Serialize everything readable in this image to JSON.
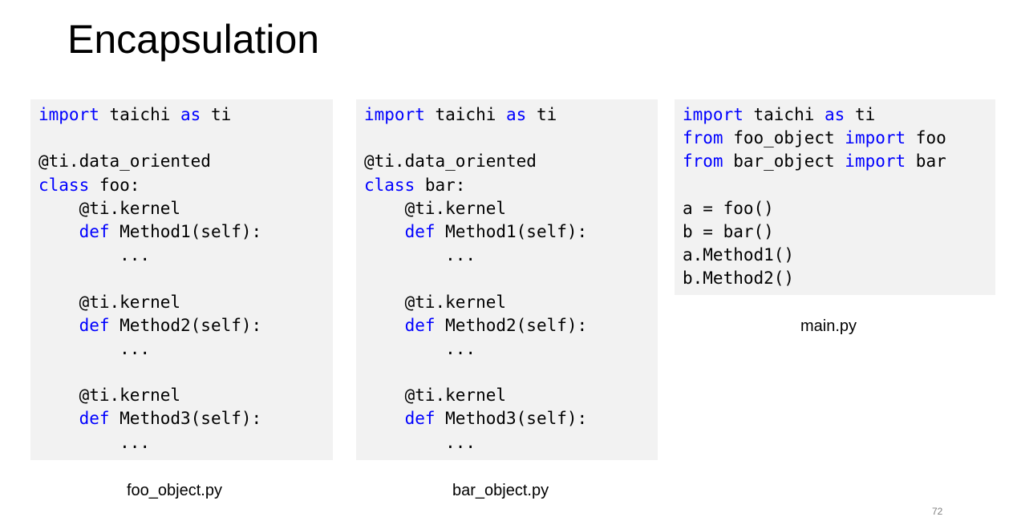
{
  "slide": {
    "title": "Encapsulation",
    "page_number": "72"
  },
  "files": [
    {
      "caption": "foo_object.py",
      "lines": [
        [
          {
            "t": "import",
            "k": 1
          },
          {
            "t": " taichi "
          },
          {
            "t": "as",
            "k": 1
          },
          {
            "t": " ti"
          }
        ],
        [],
        [
          {
            "t": "@ti.data_oriented"
          }
        ],
        [
          {
            "t": "class",
            "k": 1
          },
          {
            "t": " foo:"
          }
        ],
        [
          {
            "t": "    @ti.kernel"
          }
        ],
        [
          {
            "t": "    "
          },
          {
            "t": "def",
            "k": 1
          },
          {
            "t": " Method1(self):"
          }
        ],
        [
          {
            "t": "        ..."
          }
        ],
        [],
        [
          {
            "t": "    @ti.kernel"
          }
        ],
        [
          {
            "t": "    "
          },
          {
            "t": "def",
            "k": 1
          },
          {
            "t": " Method2(self):"
          }
        ],
        [
          {
            "t": "        ..."
          }
        ],
        [],
        [
          {
            "t": "    @ti.kernel"
          }
        ],
        [
          {
            "t": "    "
          },
          {
            "t": "def",
            "k": 1
          },
          {
            "t": " Method3(self):"
          }
        ],
        [
          {
            "t": "        ..."
          }
        ]
      ]
    },
    {
      "caption": "bar_object.py",
      "lines": [
        [
          {
            "t": "import",
            "k": 1
          },
          {
            "t": " taichi "
          },
          {
            "t": "as",
            "k": 1
          },
          {
            "t": " ti"
          }
        ],
        [],
        [
          {
            "t": "@ti.data_oriented"
          }
        ],
        [
          {
            "t": "class",
            "k": 1
          },
          {
            "t": " bar:"
          }
        ],
        [
          {
            "t": "    @ti.kernel"
          }
        ],
        [
          {
            "t": "    "
          },
          {
            "t": "def",
            "k": 1
          },
          {
            "t": " Method1(self):"
          }
        ],
        [
          {
            "t": "        ..."
          }
        ],
        [],
        [
          {
            "t": "    @ti.kernel"
          }
        ],
        [
          {
            "t": "    "
          },
          {
            "t": "def",
            "k": 1
          },
          {
            "t": " Method2(self):"
          }
        ],
        [
          {
            "t": "        ..."
          }
        ],
        [],
        [
          {
            "t": "    @ti.kernel"
          }
        ],
        [
          {
            "t": "    "
          },
          {
            "t": "def",
            "k": 1
          },
          {
            "t": " Method3(self):"
          }
        ],
        [
          {
            "t": "        ..."
          }
        ]
      ]
    },
    {
      "caption": "main.py",
      "lines": [
        [
          {
            "t": "import",
            "k": 1
          },
          {
            "t": " taichi "
          },
          {
            "t": "as",
            "k": 1
          },
          {
            "t": " ti"
          }
        ],
        [
          {
            "t": "from",
            "k": 1
          },
          {
            "t": " foo_object "
          },
          {
            "t": "import",
            "k": 1
          },
          {
            "t": " foo"
          }
        ],
        [
          {
            "t": "from",
            "k": 1
          },
          {
            "t": " bar_object "
          },
          {
            "t": "import",
            "k": 1
          },
          {
            "t": " bar"
          }
        ],
        [],
        [
          {
            "t": "a = foo()"
          }
        ],
        [
          {
            "t": "b = bar()"
          }
        ],
        [
          {
            "t": "a.Method1()"
          }
        ],
        [
          {
            "t": "b.Method2()"
          }
        ]
      ]
    }
  ],
  "colors": {
    "keyword": "#0000ff",
    "code_background": "#f2f2f2",
    "page_number": "#7f7f7f"
  }
}
